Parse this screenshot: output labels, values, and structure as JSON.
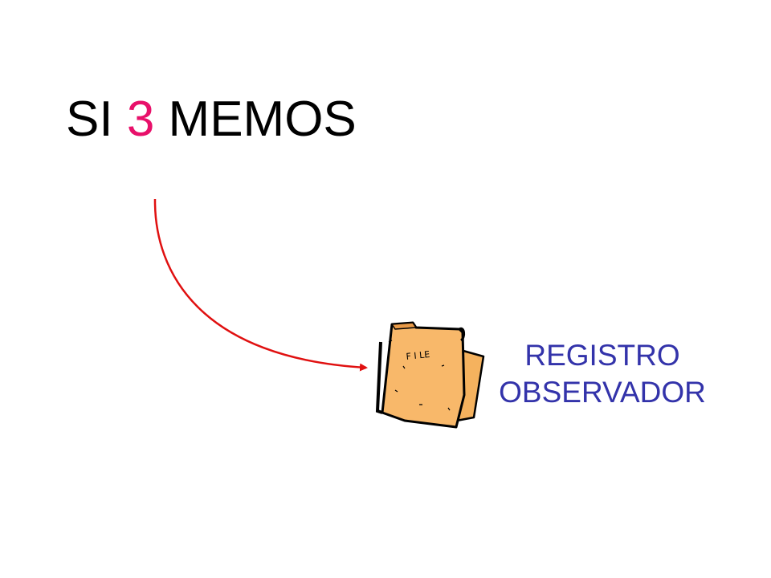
{
  "title": {
    "prefix": "SI",
    "number": "3",
    "suffix": "MEMOS",
    "number_color": "#e8106a"
  },
  "folder": {
    "icon": "file-folder-icon",
    "label": "F I LE"
  },
  "caption": {
    "line1": "REGISTRO",
    "line2": "OBSERVADOR",
    "color": "#3333aa"
  },
  "arrow": {
    "color": "#e01010"
  }
}
